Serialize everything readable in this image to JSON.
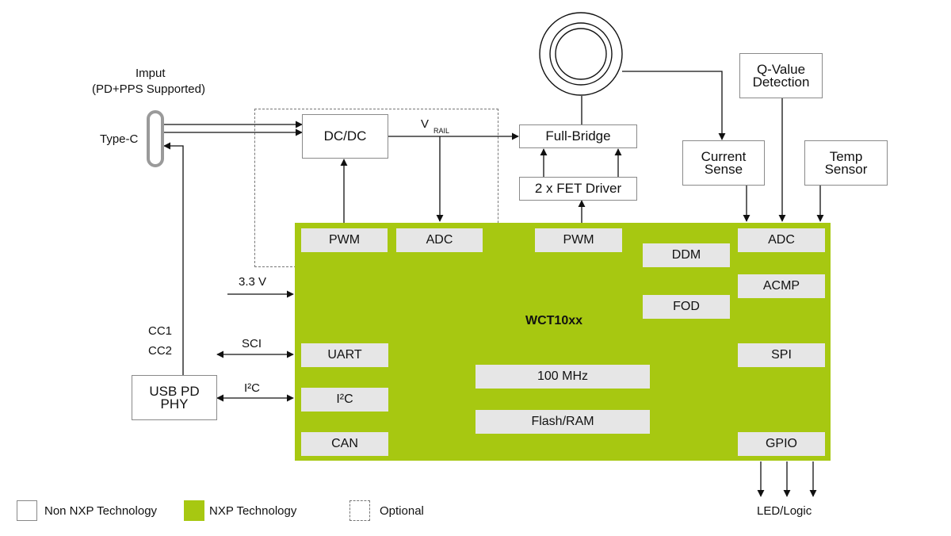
{
  "input": {
    "title": "Imput",
    "subtitle": "(PD+PPS Supported)"
  },
  "type_c": {
    "label": "Type-C"
  },
  "dcdc": {
    "label": "DC/DC"
  },
  "vrail": {
    "label": "V",
    "subscript": "RAIL"
  },
  "full_bridge": {
    "label": "Full-Bridge"
  },
  "fet_driver": {
    "label": "2 x FET Driver"
  },
  "current_sense": {
    "line1": "Current",
    "line2": "Sense"
  },
  "q_value": {
    "line1": "Q-Value",
    "line2": "Detection"
  },
  "temp_sensor": {
    "line1": "Temp",
    "line2": "Sensor"
  },
  "usb_pd_phy": {
    "line1": "USB PD",
    "line2": "PHY"
  },
  "signals": {
    "v33": "3.3 V",
    "cc1": "CC1",
    "cc2": "CC2",
    "sci": "SCI",
    "i2c": "I²C",
    "led_logic": "LED/Logic"
  },
  "chip": {
    "title": "WCT10xx",
    "blocks": {
      "pwm_left": "PWM",
      "adc_left": "ADC",
      "pwm_mid": "PWM",
      "ddm": "DDM",
      "fod": "FOD",
      "adc_right": "ADC",
      "acmp": "ACMP",
      "spi": "SPI",
      "gpio": "GPIO",
      "uart": "UART",
      "i2c": "I²C",
      "can": "CAN",
      "clock": "100 MHz",
      "memory": "Flash/RAM"
    },
    "color": "#a7c811"
  },
  "legend": {
    "non_nxp": "Non NXP Technology",
    "nxp": "NXP Technology",
    "optional": "Optional"
  }
}
